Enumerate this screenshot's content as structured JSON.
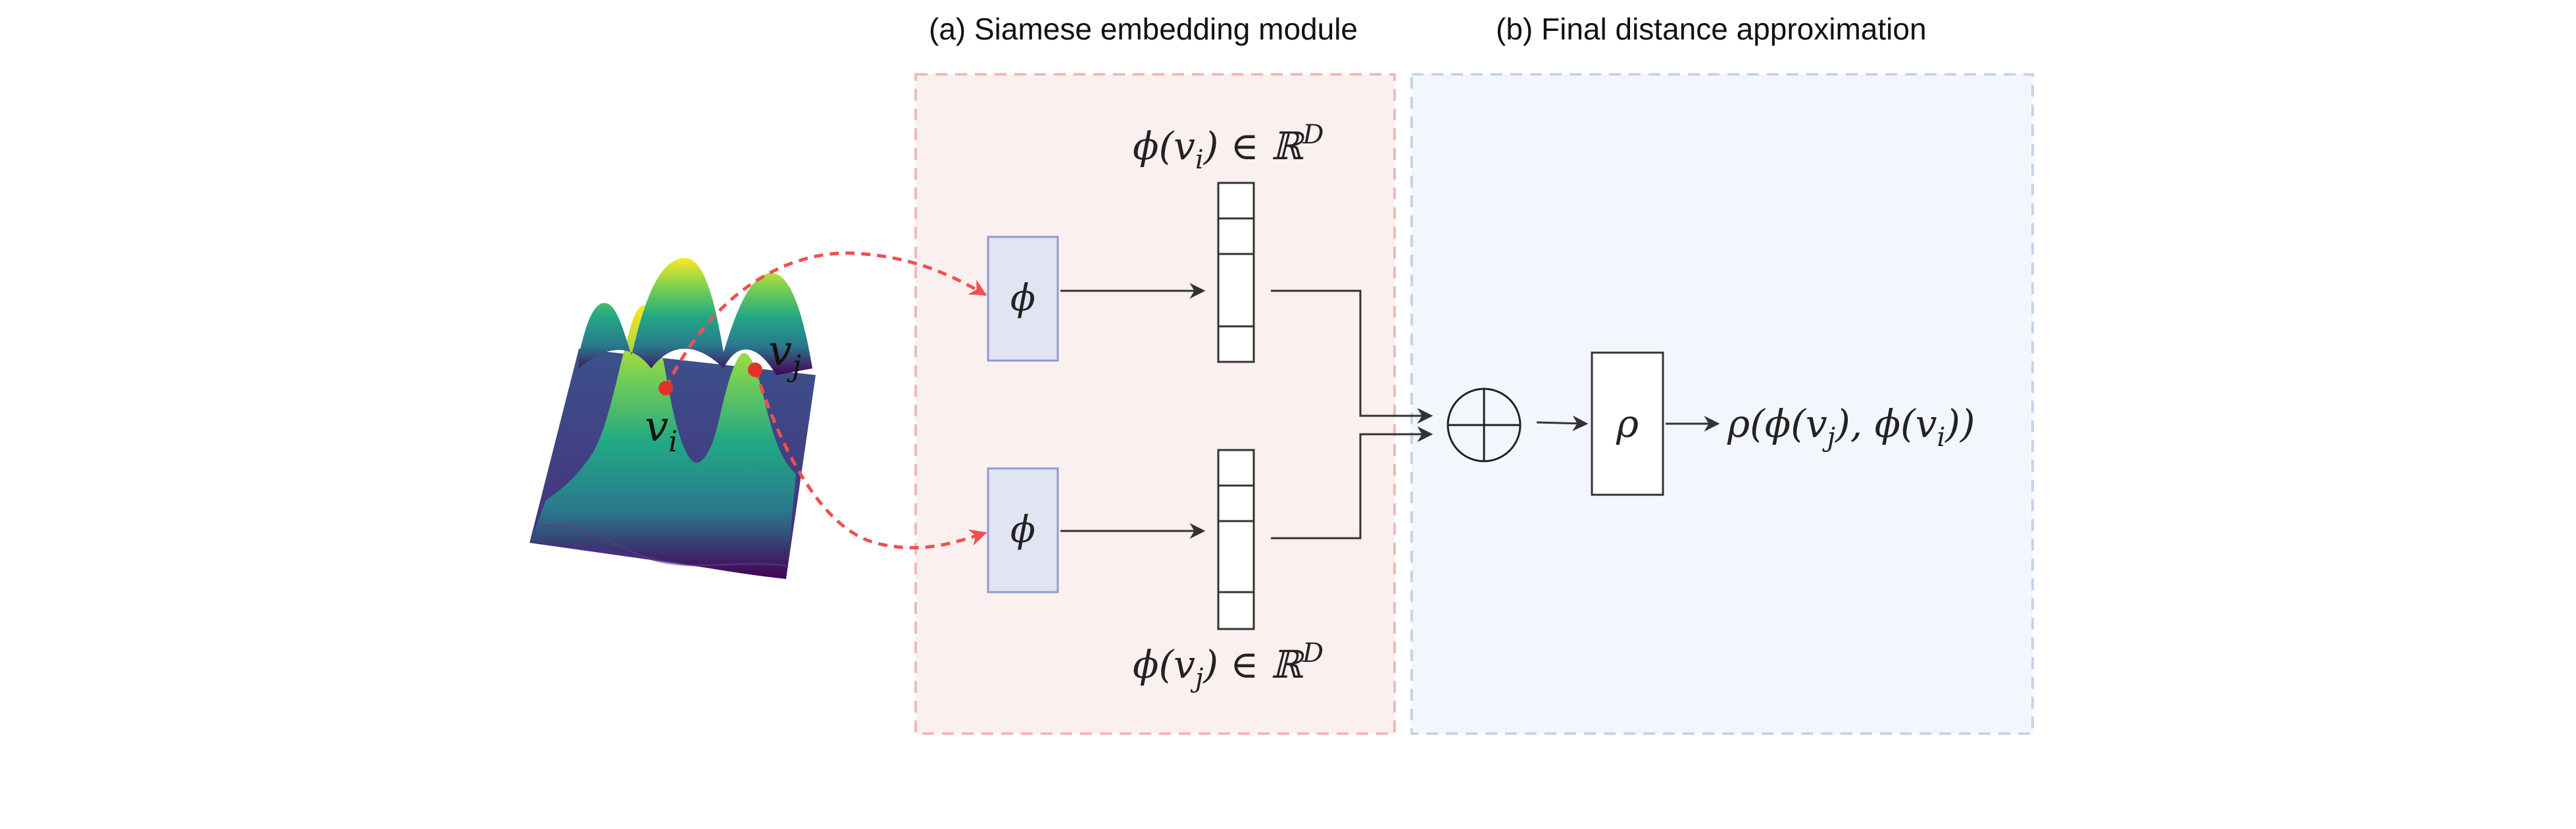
{
  "panels": {
    "a": {
      "title": "(a) Siamese embedding module"
    },
    "b": {
      "title": "(b) Final distance approximation"
    }
  },
  "surface": {
    "point_i": {
      "sym": "v",
      "sub": "i"
    },
    "point_j": {
      "sym": "v",
      "sub": "j"
    }
  },
  "encoders": {
    "top": {
      "symbol": "ϕ"
    },
    "bottom": {
      "symbol": "ϕ"
    }
  },
  "embeddings": {
    "top": {
      "pre": "ϕ(v",
      "sub": "i",
      "post": ") ∈ ℝ",
      "sup": "D"
    },
    "bottom": {
      "pre": "ϕ(v",
      "sub": "j",
      "post": ") ∈ ℝ",
      "sup": "D"
    }
  },
  "aggregator": {
    "symbol": "⊕"
  },
  "rho": {
    "symbol": "ρ"
  },
  "output": {
    "p1": "ρ(ϕ(v",
    "s1": "j",
    "p2": "), ϕ(v",
    "s2": "i",
    "p3": "))"
  },
  "colors": {
    "panel_a_fill": "#fbf0f0",
    "panel_a_border": "#f2b8b8",
    "panel_b_fill": "#f3f6fc",
    "panel_b_border": "#c6d3ea",
    "encoder_fill": "#e2e3f3",
    "encoder_border": "#8f9bd0",
    "arrow": "#333333",
    "dashed_arrow": "#f05050",
    "point": "#e8302b"
  }
}
